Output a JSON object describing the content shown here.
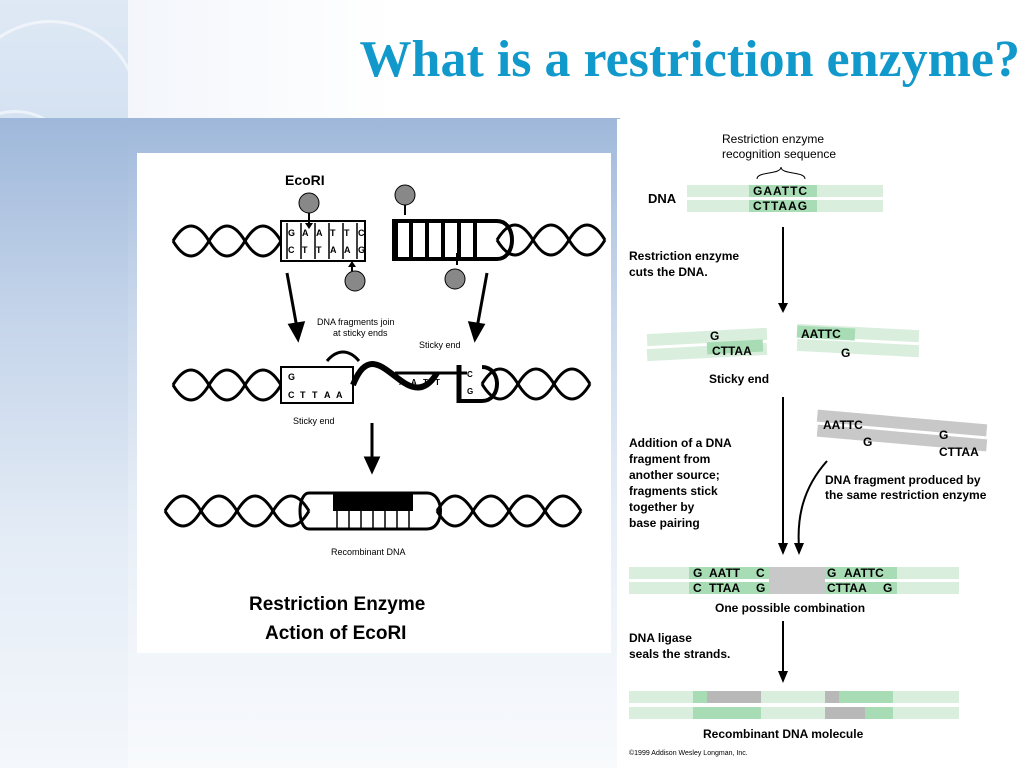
{
  "slide": {
    "title": "What is a restriction enzyme?"
  },
  "left_figure": {
    "enzyme_label": "EcoRI",
    "top_seq_upper": [
      "G",
      "A",
      "A",
      "T",
      "T",
      "C"
    ],
    "top_seq_lower": [
      "C",
      "T",
      "T",
      "A",
      "A",
      "G"
    ],
    "fragments_join_line1": "DNA fragments join",
    "fragments_join_line2": "at sticky ends",
    "sticky_end_top": "Sticky end",
    "sticky_end_bottom": "Sticky end",
    "mid_left_upper": [
      "G"
    ],
    "mid_left_lower": [
      "C",
      "T",
      "T",
      "A",
      "A"
    ],
    "mid_right_upper": [
      "A",
      "A",
      "T",
      "T",
      "C"
    ],
    "mid_right_lower": [
      "G"
    ],
    "recombinant_label": "Recombinant DNA",
    "caption_line1": "Restriction Enzyme",
    "caption_line2": "Action of EcoRI"
  },
  "right_figure": {
    "recognition_line1": "Restriction enzyme",
    "recognition_line2": "recognition sequence",
    "dna_label": "DNA",
    "seq_top": "GAATTC",
    "seq_bottom": "CTTAAG",
    "cuts_line1": "Restriction enzyme",
    "cuts_line2": "cuts the DNA.",
    "frag_left_top": "G",
    "frag_left_bottom": "CTTAA",
    "frag_right_top": "AATTC",
    "frag_right_bottom": "G",
    "sticky_end": "Sticky end",
    "addition_lines": [
      "Addition of a DNA",
      "fragment from",
      "another source;",
      "fragments stick",
      "together by",
      "base pairing"
    ],
    "other_frag_top_left": "AATTC",
    "other_frag_top_right": "G",
    "other_frag_bottom_left": "G",
    "other_frag_bottom_right": "CTTAA",
    "produced_line1": "DNA fragment produced by",
    "produced_line2": "the same restriction enzyme",
    "combo_top": [
      "G",
      "AATT",
      "C",
      "G",
      "AATTC"
    ],
    "combo_bottom": [
      "C",
      "TTAA",
      "G",
      "CTTAA",
      "G"
    ],
    "combo_label": "One possible combination",
    "ligase_line1": "DNA ligase",
    "ligase_line2": "seals the strands.",
    "recombinant_label": "Recombinant DNA molecule",
    "copyright": "©1999 Addison Wesley Longman, Inc."
  },
  "colors": {
    "title": "#1199cc",
    "strand_green": "#a8dcb4",
    "strand_pale": "#d9eedd",
    "strand_gray": "#b8b8b8"
  }
}
